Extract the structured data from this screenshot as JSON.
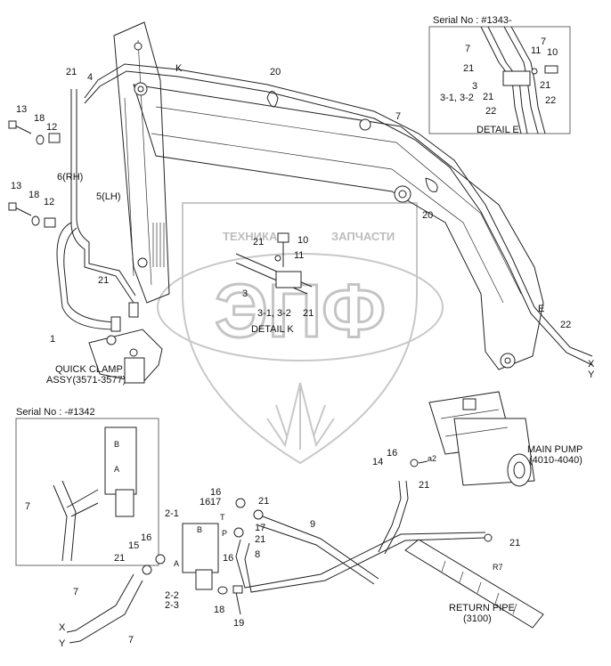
{
  "watermark": {
    "left_text": "ТЕХНИКА",
    "right_text": "ЗАПЧАСТИ",
    "logo_text": "ЭПФ"
  },
  "detail_e": {
    "serial": "Serial No : #1343-",
    "caption": "DETAIL  E",
    "labels": [
      "7",
      "7",
      "11",
      "10",
      "21",
      "21",
      "3",
      "21",
      "3-1, 3-2",
      "22",
      "22"
    ]
  },
  "detail_k": {
    "caption": "DETAIL  K",
    "labels": [
      "21",
      "10",
      "11",
      "3",
      "3-1, 3-2",
      "21"
    ]
  },
  "serial_box": {
    "serial": "Serial No : -#1342",
    "labels": [
      "7",
      "B",
      "A"
    ]
  },
  "boom_labels": {
    "l21a": "21",
    "l4": "4",
    "l13a": "13",
    "l18a": "18",
    "l12a": "12",
    "l6": "6(RH)",
    "l5": "5(LH)",
    "l13b": "13",
    "l18b": "18",
    "l12b": "12",
    "l21b": "21",
    "l1": "1",
    "l20a": "20",
    "l7": "7",
    "l20b": "20",
    "lK": "K",
    "lE": "E",
    "l22": "22",
    "lX": "X",
    "lY": "Y"
  },
  "quick_clamp": {
    "line1": "QUICK CLAMP",
    "line2": "ASSY(3571-3577)"
  },
  "pump": {
    "line1": "MAIN PUMP",
    "line2": "(4010-4040)",
    "labels": [
      "16",
      "14",
      "21",
      "a2"
    ]
  },
  "return_pipe": {
    "line1": "RETURN PIPE",
    "line2": "(3100)",
    "labels": [
      "21",
      "R7"
    ]
  },
  "valve_labels": {
    "l2_1": "2-1",
    "l16a": "16",
    "l17a": "17",
    "l21a": "21",
    "l16b": "16",
    "l15": "15",
    "l16c": "16",
    "l21b": "21",
    "l9": "9",
    "l17b": "17",
    "l21c": "21",
    "l16d": "16",
    "l8": "8",
    "l2_2": "2-2",
    "l2_3": "2-3",
    "l18": "18",
    "l19": "19",
    "l7a": "7",
    "l7b": "7",
    "lX": "X",
    "lY": "Y",
    "lB": "B",
    "lA": "A",
    "lP": "P",
    "lT": "T"
  }
}
